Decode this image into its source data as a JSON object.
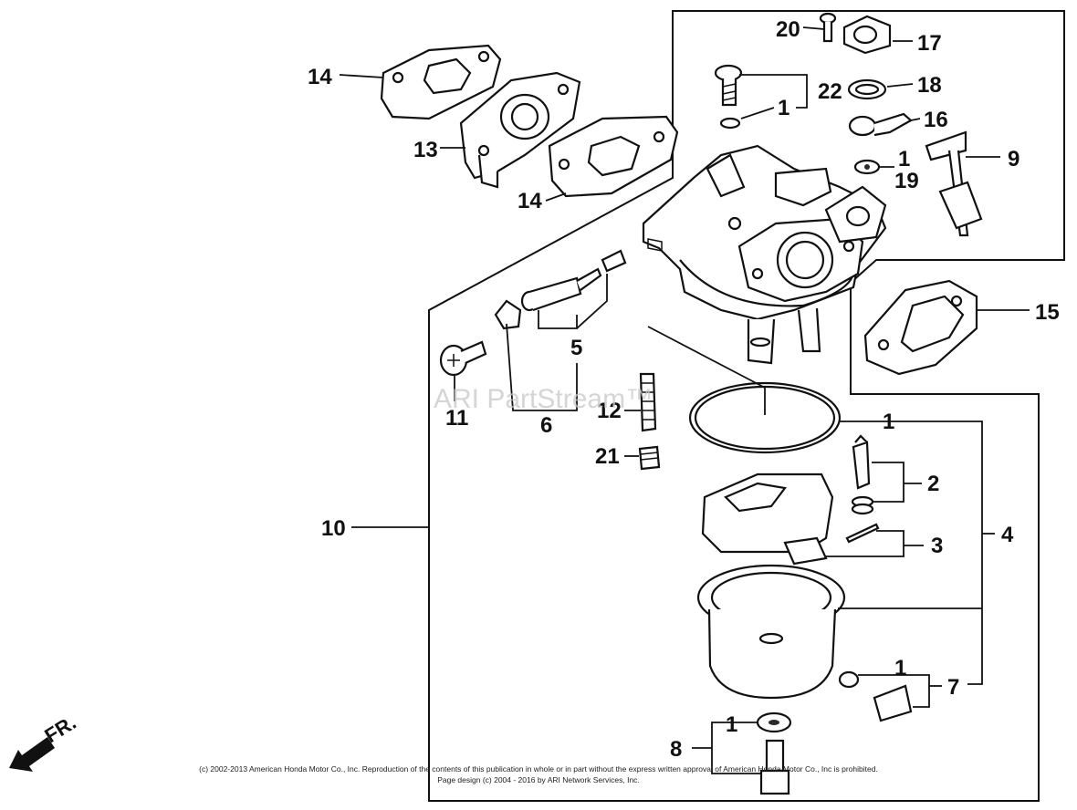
{
  "callouts": {
    "c1a": "1",
    "c1b": "1",
    "c1c": "1",
    "c1d": "1",
    "c1e": "1",
    "c2": "2",
    "c3": "3",
    "c4": "4",
    "c5": "5",
    "c6": "6",
    "c7": "7",
    "c8": "8",
    "c9": "9",
    "c10": "10",
    "c11": "11",
    "c12": "12",
    "c13": "13",
    "c14a": "14",
    "c14b": "14",
    "c15": "15",
    "c16": "16",
    "c17": "17",
    "c18": "18",
    "c19": "19",
    "c20": "20",
    "c21": "21",
    "c22": "22"
  },
  "watermark": "ARI PartStream™",
  "copyright_line1": "(c) 2002-2013 American Honda Motor Co., Inc. Reproduction of the contents of this publication in whole or in part without the express written approval of American Honda Motor Co., Inc is prohibited.",
  "copyright_line2": "Page design (c) 2004 - 2016 by ARI Network Services, Inc.",
  "direction_label": "FR."
}
